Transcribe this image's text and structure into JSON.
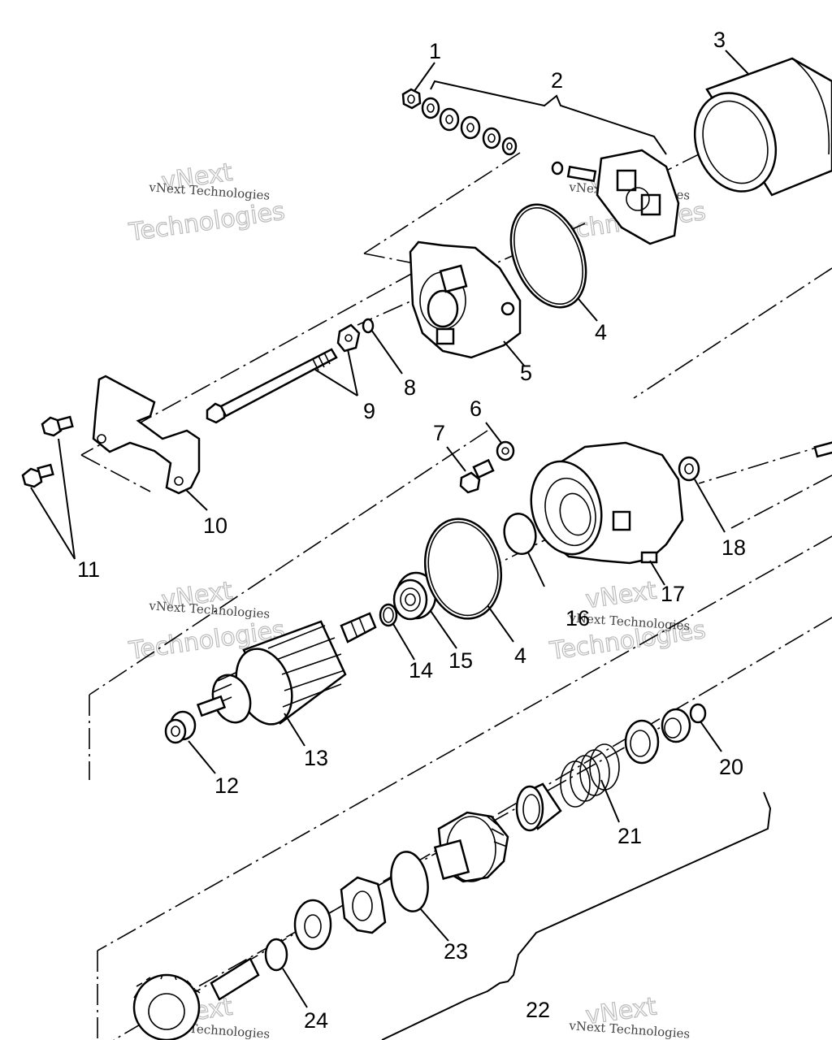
{
  "callouts": [
    {
      "id": "c1",
      "label": "1"
    },
    {
      "id": "c2",
      "label": "2"
    },
    {
      "id": "c3",
      "label": "3"
    },
    {
      "id": "c4a",
      "label": "4"
    },
    {
      "id": "c5",
      "label": "5"
    },
    {
      "id": "c6",
      "label": "6"
    },
    {
      "id": "c7",
      "label": "7"
    },
    {
      "id": "c8",
      "label": "8"
    },
    {
      "id": "c9",
      "label": "9"
    },
    {
      "id": "c10",
      "label": "10"
    },
    {
      "id": "c11",
      "label": "11"
    },
    {
      "id": "c12",
      "label": "12"
    },
    {
      "id": "c13",
      "label": "13"
    },
    {
      "id": "c14",
      "label": "14"
    },
    {
      "id": "c15",
      "label": "15"
    },
    {
      "id": "c4b",
      "label": "4"
    },
    {
      "id": "c16",
      "label": "16"
    },
    {
      "id": "c17",
      "label": "17"
    },
    {
      "id": "c18",
      "label": "18"
    },
    {
      "id": "c20",
      "label": "20"
    },
    {
      "id": "c21",
      "label": "21"
    },
    {
      "id": "c22",
      "label": "22"
    },
    {
      "id": "c23",
      "label": "23"
    },
    {
      "id": "c24",
      "label": "24"
    }
  ],
  "watermark": {
    "line1": "vNext Technologies",
    "line2a": "vNext",
    "line2b": "Technologies"
  }
}
